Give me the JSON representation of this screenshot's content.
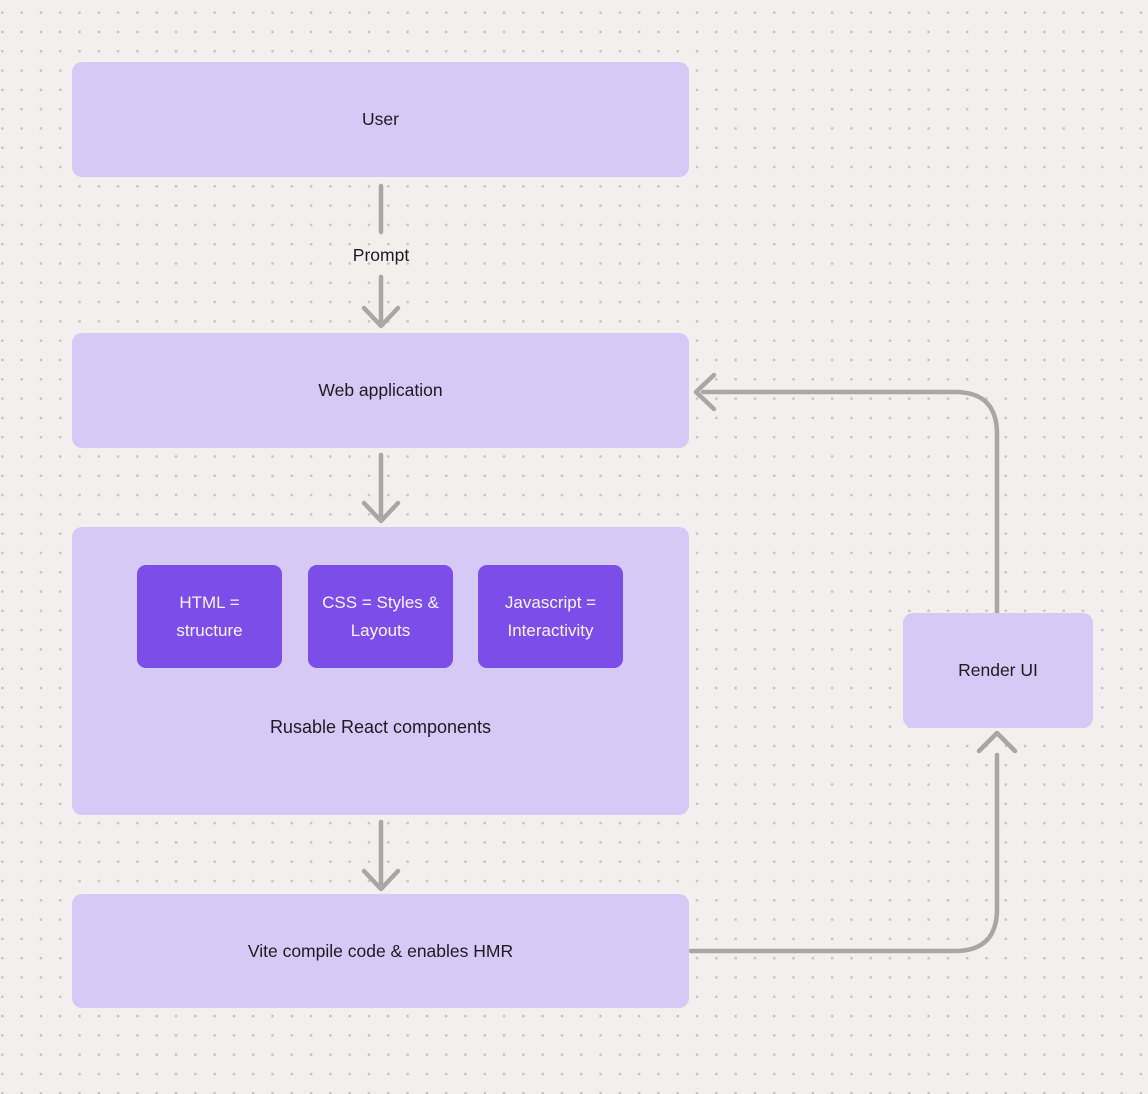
{
  "diagram": {
    "nodes": {
      "user": {
        "label": "User"
      },
      "web_application": {
        "label": "Web application"
      },
      "components": {
        "chips": [
          {
            "label": "HTML = structure"
          },
          {
            "label": "CSS = Styles & Layouts"
          },
          {
            "label": "Javascript = Interactivity"
          }
        ],
        "caption": "Rusable React components"
      },
      "vite": {
        "label": "Vite compile code & enables HMR"
      },
      "render_ui": {
        "label": "Render UI"
      }
    },
    "edges": {
      "user_to_webapp_label": "Prompt"
    },
    "colors": {
      "background": "#f1f0ee",
      "dot_grid": "#c6c4c2",
      "node_fill": "#d7c9f5",
      "chip_fill": "#7c4de8",
      "chip_text": "#f7f3fd",
      "node_text": "#1d1b22",
      "connector": "#a9a7a6"
    }
  }
}
